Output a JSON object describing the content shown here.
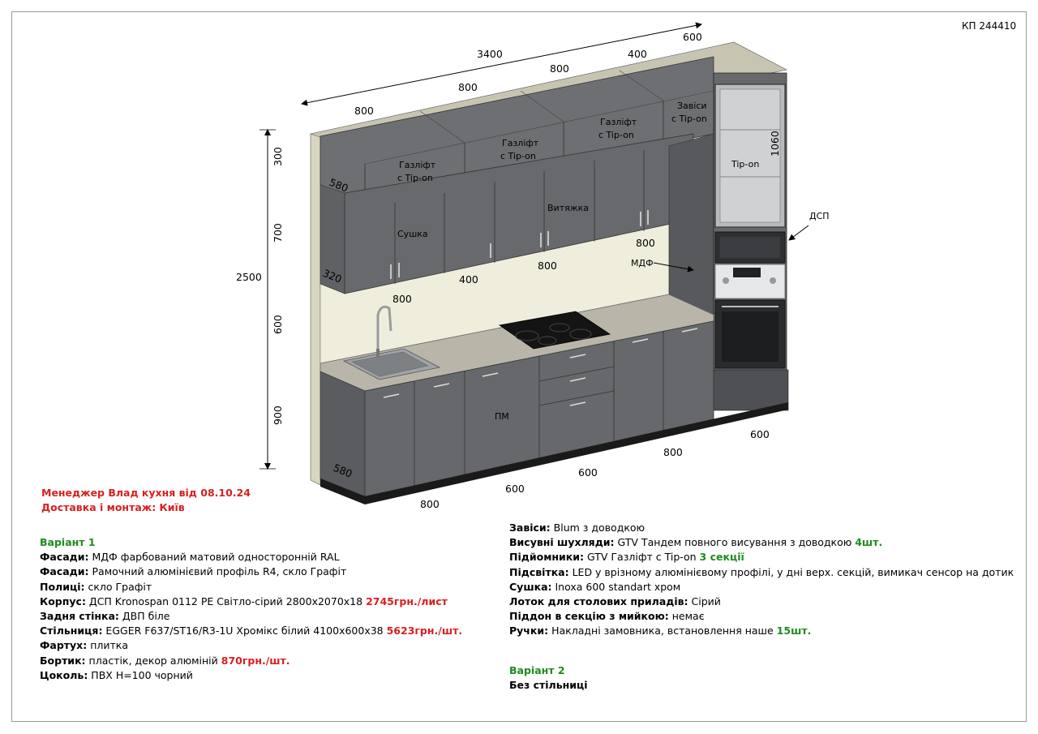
{
  "project_code": "КП 244410",
  "manager": {
    "line1": "Менеджер Влад кухня від 08.10.24",
    "line2": "Доставка і монтаж: Київ"
  },
  "dimensions": {
    "total_width": "3400",
    "top_600": "600",
    "top_400": "400",
    "top_800_a": "800",
    "top_800_b": "800",
    "top_800_c": "800",
    "height_total": "2500",
    "h_300": "300",
    "h_700": "700",
    "h_600": "600",
    "h_900": "900",
    "depth_580_top": "580",
    "depth_320": "320",
    "depth_580_bottom": "580",
    "tall_1060": "1060",
    "mid_800_left": "800",
    "mid_400": "400",
    "mid_800_center": "800",
    "mid_800_right": "800",
    "bot_800": "800",
    "bot_600_a": "600",
    "bot_600_b": "600",
    "bot_800_b": "800",
    "bot_600_right": "600"
  },
  "labels": {
    "gaslift1": "Газліфт",
    "tipon1": "с Tip-on",
    "gaslift2": "Газліфт",
    "tipon2": "с Tip-on",
    "gaslift3": "Газліфт",
    "tipon3": "с Tip-on",
    "hinges1": "Завіси",
    "tipon4": "с Tip-on",
    "dryer": "Сушка",
    "hood": "Витяжка",
    "tipon_tall": "Tip-on",
    "dsp": "ДСП",
    "mdf": "МДФ",
    "pm": "ПМ"
  },
  "variant1": {
    "title": "Варіант 1",
    "rows": [
      {
        "label": "Фасади:",
        "text": " МДФ фарбований матовий односторонній RAL",
        "price": ""
      },
      {
        "label": "Фасади:",
        "text": " Рамочний алюмінієвий профіль R4, скло Графіт",
        "price": ""
      },
      {
        "label": "Полиці:",
        "text": " скло Графіт",
        "price": ""
      },
      {
        "label": "Корпус:",
        "text": " ДСП Kronospan 0112 PE Світло-сірий 2800x2070x18 ",
        "price": "2745грн./лист"
      },
      {
        "label": "Задня стінка:",
        "text": " ДВП біле",
        "price": ""
      },
      {
        "label": "Стільниця:",
        "text": " EGGER F637/ST16/R3-1U Хромікс білий 4100x600x38 ",
        "price": "5623грн./шт."
      },
      {
        "label": "Фартух:",
        "text": " плитка",
        "price": ""
      },
      {
        "label": "Бортик:",
        "text": " пластік, декор алюміній ",
        "price": "870грн./шт."
      },
      {
        "label": "Цоколь:",
        "text": " ПВХ H=100 чорний",
        "price": ""
      }
    ]
  },
  "hardware": {
    "rows": [
      {
        "label": "Завіси:",
        "text": " Blum з доводкою",
        "qty": ""
      },
      {
        "label": "Висувні шухляди:",
        "text": " GTV Тандем повного висування з доводкою ",
        "qty": "4шт."
      },
      {
        "label": "Підйомники:",
        "text": " GTV Газліфт с Tip-on ",
        "qty": "3 секції"
      },
      {
        "label": "Підсвітка:",
        "text": " LED у врізному алюмінієвому профілі, у дні верх. секцій, вимикач сенсор на дотик",
        "qty": ""
      },
      {
        "label": "Сушка:",
        "text": " Inoxa 600 standart хром",
        "qty": ""
      },
      {
        "label": "Лоток для столових приладів:",
        "text": " Сірий",
        "qty": ""
      },
      {
        "label": "Піддон в секцію з мийкою:",
        "text": " немає",
        "qty": ""
      },
      {
        "label": "Ручки:",
        "text": " Накладні замовника, встановлення наше ",
        "qty": "15шт."
      }
    ]
  },
  "variant2": {
    "title": "Варіант 2",
    "text": "Без стільниці"
  }
}
